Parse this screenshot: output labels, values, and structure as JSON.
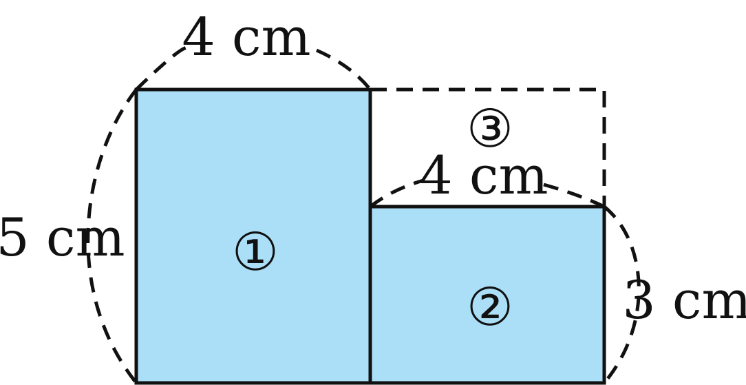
{
  "colors": {
    "fill": "#abdff8",
    "stroke": "#111111",
    "background": "#ffffff"
  },
  "labels": {
    "top_width": "4 cm",
    "left_height": "5 cm",
    "inner_width": "4 cm",
    "right_height": "3 cm",
    "rect_1": "①",
    "rect_2": "②",
    "rect_3": "③"
  }
}
